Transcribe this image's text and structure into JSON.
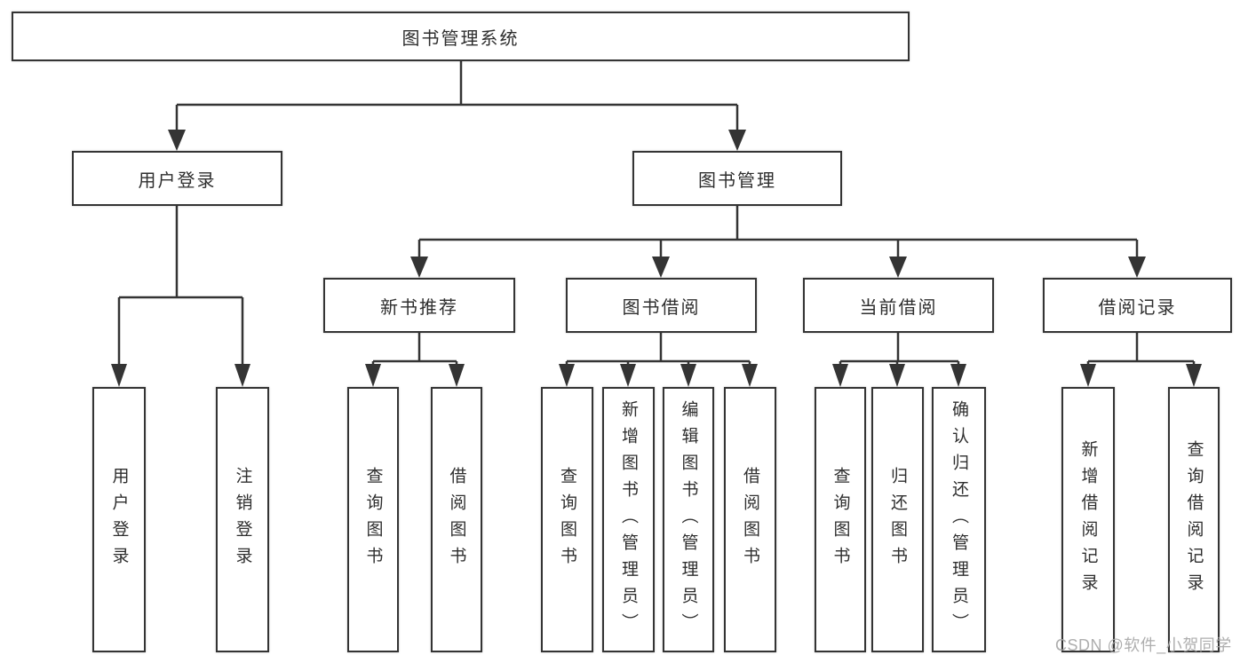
{
  "diagram": {
    "type": "tree",
    "colors": {
      "box_border": "#343434",
      "box_fill": "#ffffff",
      "text": "#2e2e2e",
      "connector_line": "#343434",
      "watermark_text_color": "#a8a8a8"
    },
    "root": {
      "label": "图书管理系统",
      "children": [
        {
          "label": "用户登录",
          "children": [
            {
              "label": "用户登录"
            },
            {
              "label": "注销登录"
            }
          ]
        },
        {
          "label": "图书管理",
          "children": [
            {
              "label": "新书推荐",
              "children": [
                {
                  "label": "查询图书"
                },
                {
                  "label": "借阅图书"
                }
              ]
            },
            {
              "label": "图书借阅",
              "children": [
                {
                  "label": "查询图书"
                },
                {
                  "label": "新增图书（管理员）"
                },
                {
                  "label": "编辑图书（管理员）"
                },
                {
                  "label": "借阅图书"
                }
              ]
            },
            {
              "label": "当前借阅",
              "children": [
                {
                  "label": "查询图书"
                },
                {
                  "label": "归还图书"
                },
                {
                  "label": "确认归还（管理员）"
                }
              ]
            },
            {
              "label": "借阅记录",
              "children": [
                {
                  "label": "新增借阅记录"
                },
                {
                  "label": "查询借阅记录"
                }
              ]
            }
          ]
        }
      ]
    }
  },
  "watermark": {
    "text": "CSDN @软件_小贺同学"
  }
}
